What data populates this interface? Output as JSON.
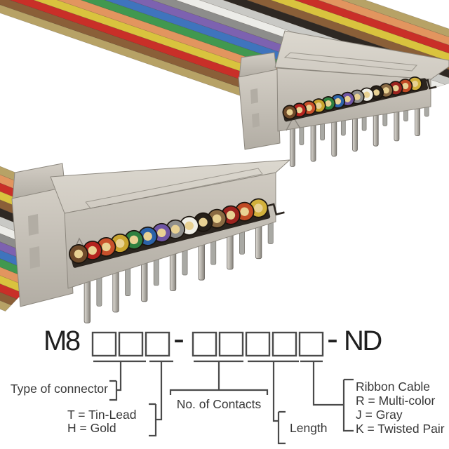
{
  "colors": {
    "background": "#ffffff",
    "diagram_line": "#4a4a4a",
    "diagram_text": "#383838",
    "part_text": "#1f1f1f"
  },
  "diagram": {
    "part_prefix": "M8",
    "separator": "-",
    "part_suffix": "ND",
    "group1_boxes": 3,
    "group2_boxes": 5,
    "labels": {
      "type_of_connector": "Type of connector",
      "plating_tin": "T = Tin-Lead",
      "plating_gold": "H = Gold",
      "contacts": "No. of Contacts",
      "length": "Length",
      "ribbon_cable": "Ribbon Cable",
      "ribbon_multicolor": "R = Multi-color",
      "ribbon_gray": "J = Gray",
      "ribbon_twisted": "K = Twisted Pair"
    }
  },
  "photo": {
    "contact_count": 14,
    "ribbon_stripe_colors": [
      "#b7a266",
      "#e2955f",
      "#c92f28",
      "#d9c33e",
      "#8a5f38",
      "#2e2823",
      "#c9c9c5",
      "#ecece8",
      "#8d8d8b",
      "#7d62b0",
      "#3f74bd",
      "#41984f",
      "#e2955f",
      "#d9c33e",
      "#c92f28",
      "#8a5f38",
      "#b7a266"
    ],
    "contact_ring_colors": [
      "#6f4a2a",
      "#b3231f",
      "#c8502b",
      "#c9a42f",
      "#2f8040",
      "#2b62a8",
      "#6f55a5",
      "#8f8f8d",
      "#f0efe7",
      "#262019",
      "#8a6a43",
      "#9c231f",
      "#c04a24",
      "#d2b13c"
    ],
    "contact_center_color": "#e8d193",
    "connector": {
      "front": "#cfcac1",
      "front_dark": "#b2ada4",
      "top": "#dcd8cf",
      "cap": "#d3cec5",
      "outline": "#8d887f",
      "slot": "#2b251f",
      "pin": "#dedad3",
      "pin_dark": "#86827b"
    }
  }
}
